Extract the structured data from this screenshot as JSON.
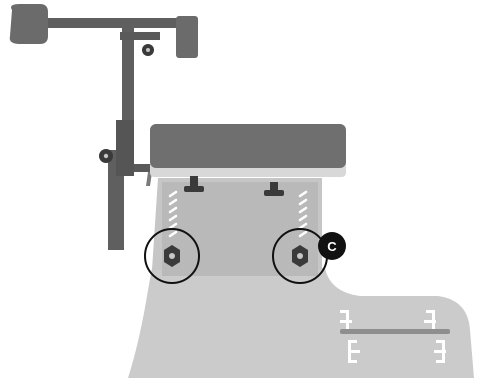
{
  "figure": {
    "callouts": [
      {
        "label": "C"
      }
    ],
    "colors": {
      "background": "#ffffff",
      "base_fill": "#cbcbcb",
      "plate_fill": "#b9b9b9",
      "pad_fill": "#6f6f6f",
      "rail_fill": "#5a5a5a",
      "rod_fill": "#5f5f5f",
      "knob_fill": "#3a3a3a",
      "callout_fill": "#111111",
      "callout_text": "#ffffff",
      "scale_marks": "#ffffff",
      "highlight_circle": "#111111"
    },
    "icons": [
      "knob-icon",
      "callout-badge",
      "scale-ticks",
      "slot-chevrons"
    ]
  }
}
